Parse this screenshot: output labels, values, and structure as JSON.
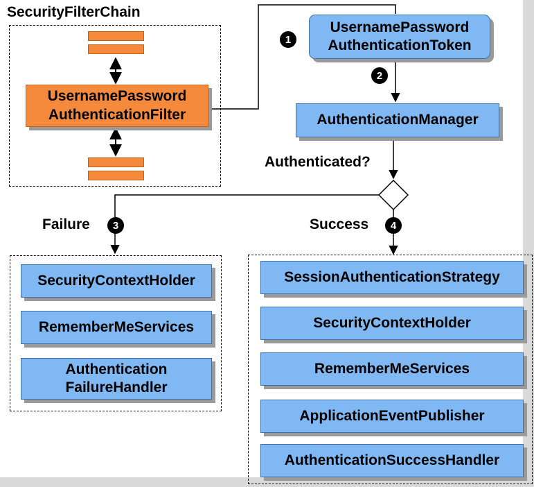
{
  "chain": {
    "title": "SecurityFilterChain",
    "filter": [
      "UsernamePassword",
      "AuthenticationFilter"
    ]
  },
  "token": {
    "lines": [
      "UsernamePassword",
      "AuthenticationToken"
    ]
  },
  "manager": {
    "label": "AuthenticationManager"
  },
  "decision": {
    "label": "Authenticated?"
  },
  "failure": {
    "label": "Failure",
    "step": "3",
    "items": [
      "SecurityContextHolder",
      "RememberMeServices"
    ],
    "handler": [
      "Authentication",
      "FailureHandler"
    ]
  },
  "success": {
    "label": "Success",
    "step": "4",
    "items": [
      "SessionAuthenticationStrategy",
      "SecurityContextHolder",
      "RememberMeServices",
      "ApplicationEventPublisher",
      "AuthenticationSuccessHandler"
    ]
  },
  "steps": {
    "one": "1",
    "two": "2"
  },
  "colors": {
    "blue_box": "#7fb8f2",
    "orange_box": "#f58a3c",
    "background": "#d9d9d9"
  }
}
